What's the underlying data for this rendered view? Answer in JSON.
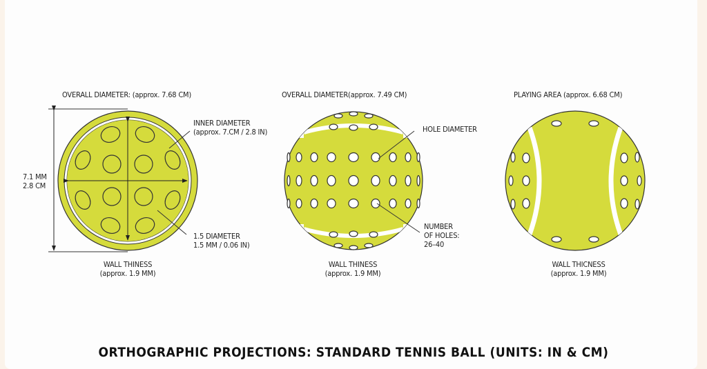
{
  "views": [
    {
      "heading": "OVERALL DIAMETER: (approx. 7.68 CM)",
      "dim_line1": "7.1 MM",
      "dim_line2": "2.8 CM",
      "callout1_line1": "INNER DIAMETER",
      "callout1_line2": "(approx. 7.CM / 2.8 IN)",
      "callout2_line1": "1.5 DIAMETER",
      "callout2_line2": "1.5 MM / 0.06 IN)",
      "footer_line1": "WALL THINESS",
      "footer_line2": "(approx. 1.9 MM)"
    },
    {
      "heading": "OVERALL DIAMETER(approx. 7.49 CM)",
      "callout1": "HOLE DIAMETER",
      "callout2_line1": "NUMBER",
      "callout2_line2": "OF HOLES:",
      "callout2_line3": "26–40",
      "footer_line1": "WALL THINESS",
      "footer_line2": "(approx. 1.9 MM)"
    },
    {
      "heading": "PLAYING AREA (approx. 6.68 CM)",
      "footer_line1": "WALL THICNESS",
      "footer_line2": "(approx. 1.9 MM)"
    }
  ],
  "title": "ORTHOGRAPHIC PROJECTIONS: STANDARD TENNIS BALL (UNITS: IN & CM)",
  "colors": {
    "ball": "#d5db3c",
    "outline": "#333333"
  }
}
